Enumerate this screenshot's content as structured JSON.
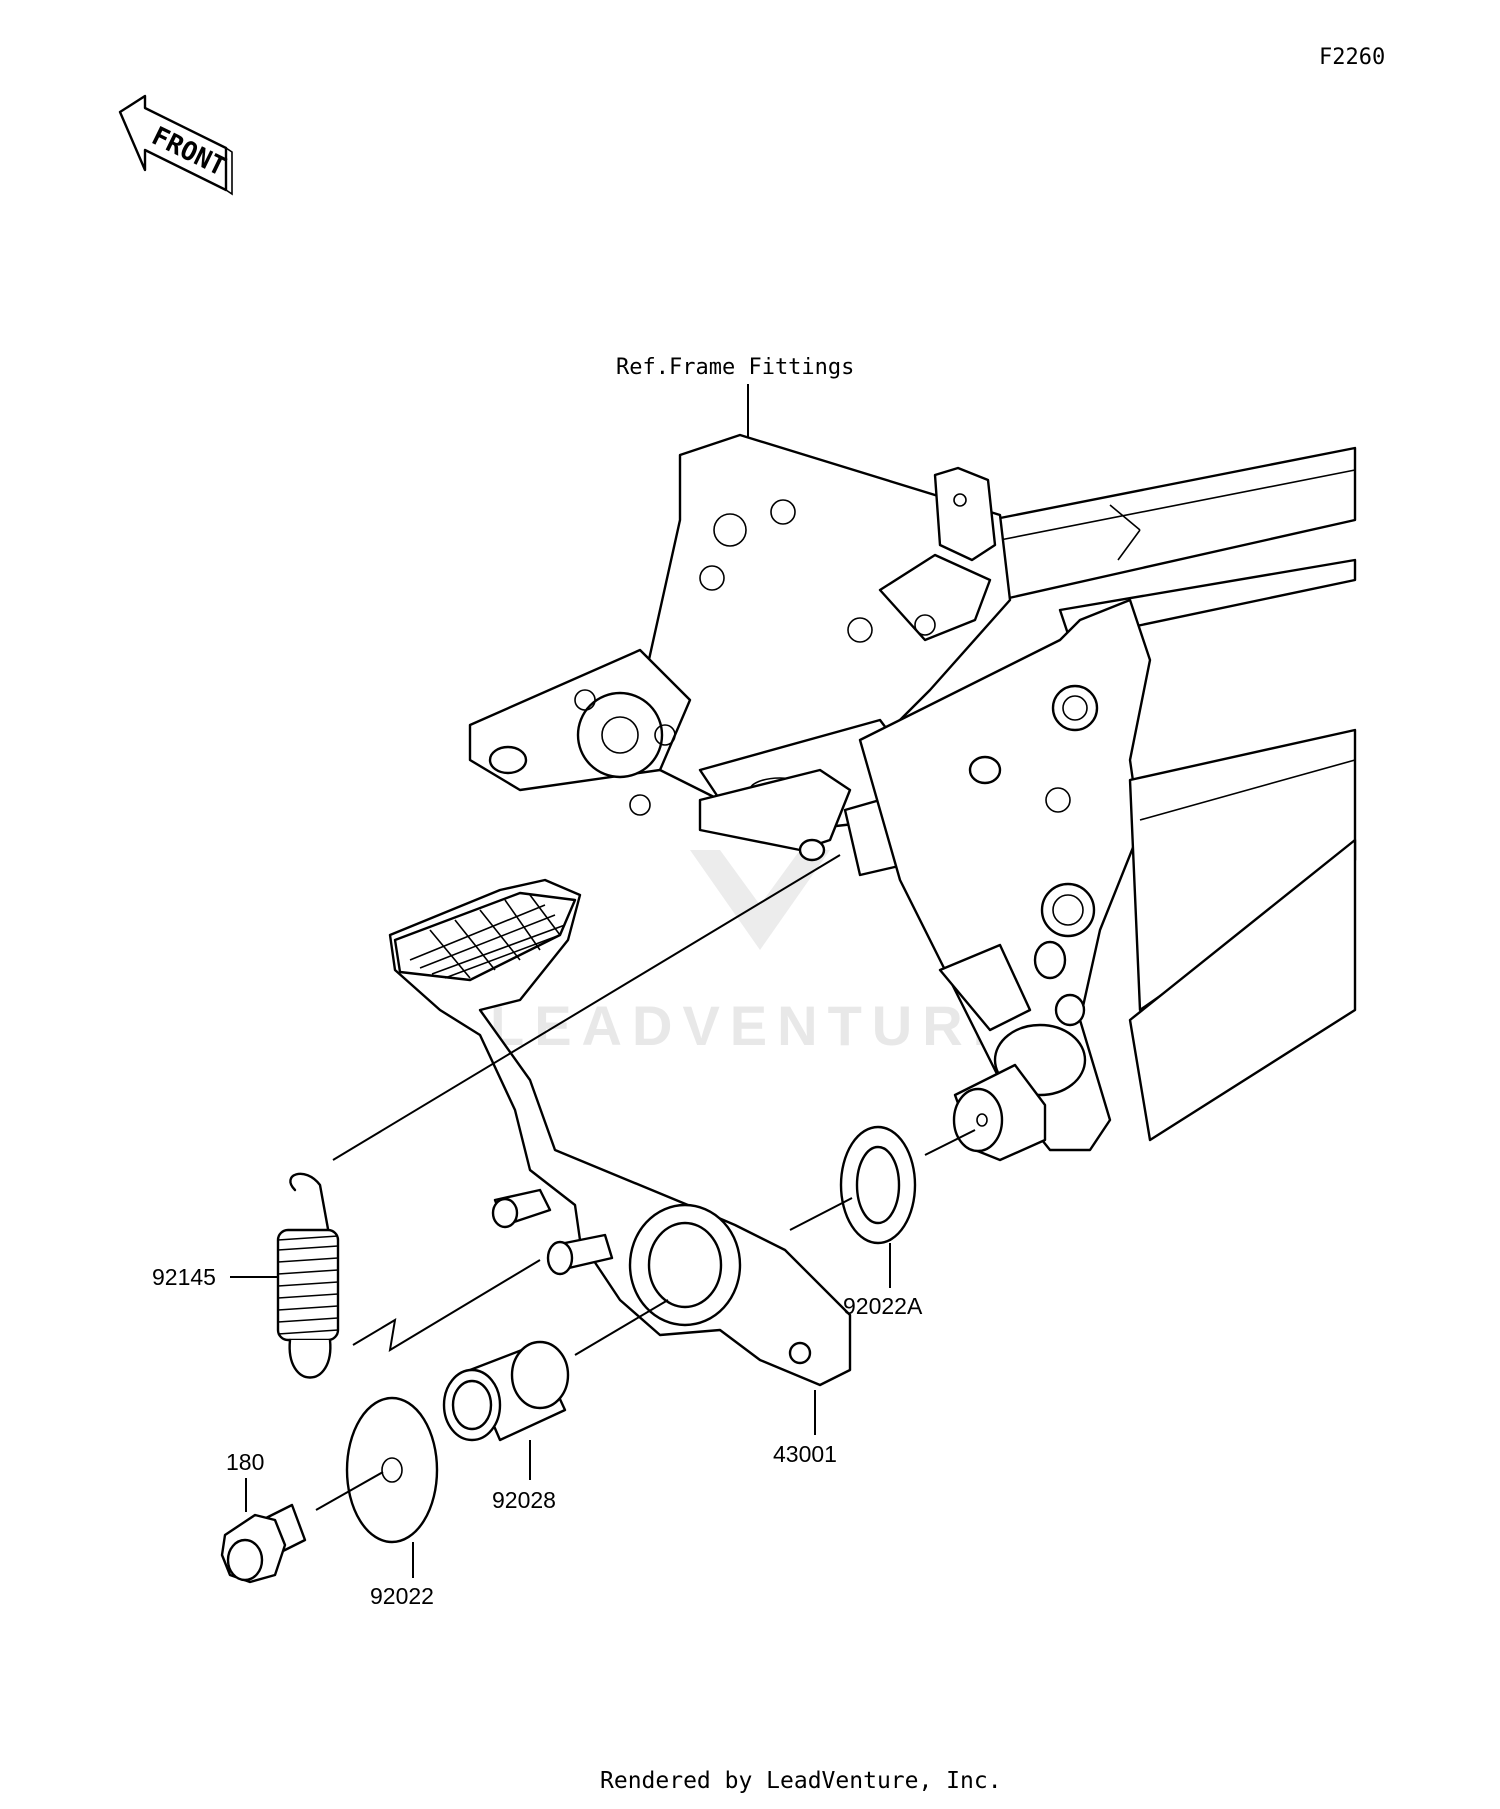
{
  "diagram_code": "F2260",
  "front_badge": "FRONT",
  "ref_label": "Ref.Frame Fittings",
  "watermark": "LEADVENTURE",
  "parts": {
    "spring": "92145",
    "washer_a": "92022A",
    "pedal": "43001",
    "collar": "92028",
    "bolt": "180",
    "washer": "92022"
  },
  "footer": "Rendered by LeadVenture, Inc.",
  "colors": {
    "line": "#000000",
    "background": "#ffffff",
    "watermark": "#e8e8e8"
  }
}
